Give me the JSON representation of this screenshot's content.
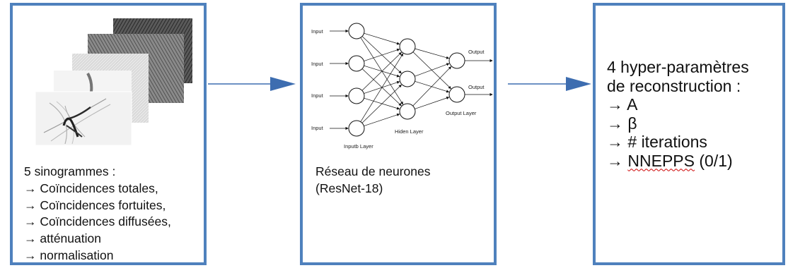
{
  "colors": {
    "box_border": "#4f81bd",
    "arrow": "#3d6db0"
  },
  "box1": {
    "title": "5 sinogrammes :",
    "items": [
      "→ Coïncidences totales,",
      "→ Coïncidences fortuites,",
      "→ Coïncidences diffusées,",
      "→ atténuation",
      "→ normalisation"
    ]
  },
  "box2": {
    "title": "Réseau de neurones",
    "subtitle": "(ResNet-18)",
    "network": {
      "input_label": "Input",
      "output_label": "Output",
      "input_layer_label": "Inputb Layer",
      "hidden_layer_label": "Hiden Layer",
      "output_layer_label": "Output Layer"
    }
  },
  "box3": {
    "title_line1": "4 hyper-paramètres",
    "title_line2": "de reconstruction :",
    "item1": "→ A",
    "item2": "→ β",
    "item3": "→ # iterations",
    "item4_arrow": "→ ",
    "item4_word": "NNEPPS",
    "item4_suffix": " (0/1)"
  }
}
